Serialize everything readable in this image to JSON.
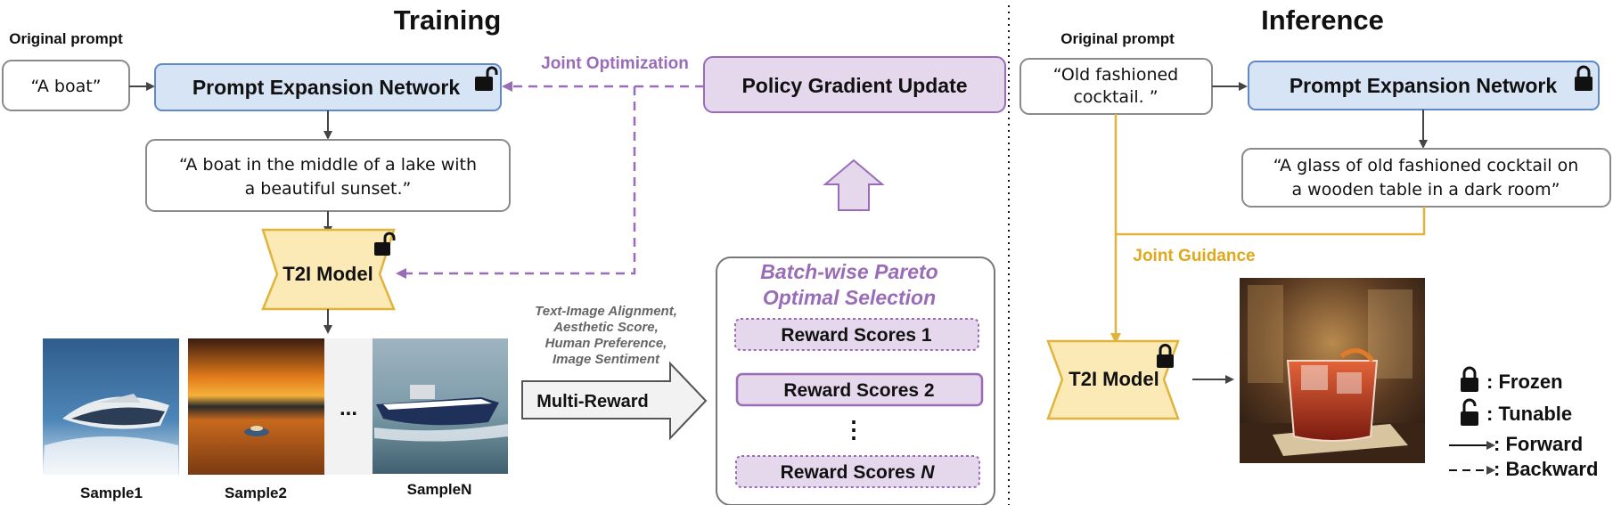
{
  "training": {
    "title": "Training",
    "original_prompt_label": "Original prompt",
    "input_prompt": "“A boat”",
    "pen_label": "Prompt Expansion Network",
    "expanded_prompt_line1": "“A boat in the middle of a lake with",
    "expanded_prompt_line2": "a beautiful sunset.”",
    "t2i_label": "T2I Model",
    "joint_optimization_label": "Joint Optimization",
    "policy_label": "Policy Gradient Update",
    "samples": [
      "Sample1",
      "Sample2",
      "SampleN"
    ],
    "ellipsis": "...",
    "rewards_line1": "Text-Image Alignment,",
    "rewards_line2": "Aesthetic Score,",
    "rewards_line3": "Human Preference,",
    "rewards_line4": "Image Sentiment",
    "multi_reward_label": "Multi-Reward",
    "pareto_title_line1": "Batch-wise Pareto",
    "pareto_title_line2": "Optimal Selection",
    "reward_scores": [
      "Reward Scores 1",
      "Reward Scores 2",
      "Reward Scores "
    ],
    "reward_scores_n": "N",
    "vertical_dots": "⋮"
  },
  "inference": {
    "title": "Inference",
    "original_prompt_label": "Original prompt",
    "input_prompt_line1": "“Old fashioned",
    "input_prompt_line2": "cocktail. ”",
    "pen_label": "Prompt Expansion Network",
    "expanded_prompt_line1": "“A glass of old fashioned cocktail on",
    "expanded_prompt_line2": "a wooden table in a dark room”",
    "joint_guidance_label": "Joint Guidance",
    "t2i_label": "T2I Model"
  },
  "legend": {
    "frozen": ": Frozen",
    "tunable": ": Tunable",
    "forward": ": Forward",
    "backward": ": Backward"
  },
  "colors": {
    "blue_fill": "#d7e4f5",
    "blue_stroke": "#5f89c8",
    "purple_fill": "#e6d8ec",
    "purple_stroke": "#9a6cb8",
    "gold_fill": "#fbeab5",
    "gold_stroke": "#e0b33a",
    "gray_stroke": "#8a8a8a"
  }
}
